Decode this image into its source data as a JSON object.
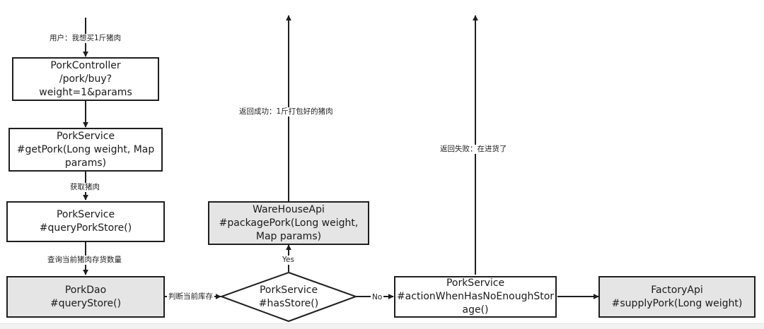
{
  "nodes": {
    "pork_controller": [
      "PorkController",
      "/pork/buy?weight=1&params"
    ],
    "get_pork": [
      "PorkService",
      "#getPork(Long weight, Map",
      "params)"
    ],
    "query_pork_store": [
      "PorkService",
      "#queryPorkStore()"
    ],
    "pork_dao": [
      "PorkDao",
      "#queryStore()"
    ],
    "has_store": [
      "PorkService",
      "#hasStore()"
    ],
    "warehouse_api": [
      "WareHouseApi",
      "#packagePork(Long weight,",
      "Map params)"
    ],
    "action_not_enough": [
      "PorkService",
      "#actionWhenHasNoEnoughStor",
      "age()"
    ],
    "factory_api": [
      "FactoryApi",
      "#supplyPork(Long weight)"
    ]
  },
  "edge_labels": {
    "user_request": "用户：我想买1斤猪肉",
    "get_pork_meat": "获取猪肉",
    "query_stock_count": "查询当前猪肉存货数量",
    "judge_stock": "判断当前库存",
    "yes": "Yes",
    "no": "No",
    "return_success": "返回成功：1斤打包好的猪肉",
    "return_fail": "返回失败：在进货了"
  },
  "colors": {
    "line": "#1f1f1f",
    "node_fill": "#ffffff",
    "highlight_fill": "#e5e5e5"
  }
}
